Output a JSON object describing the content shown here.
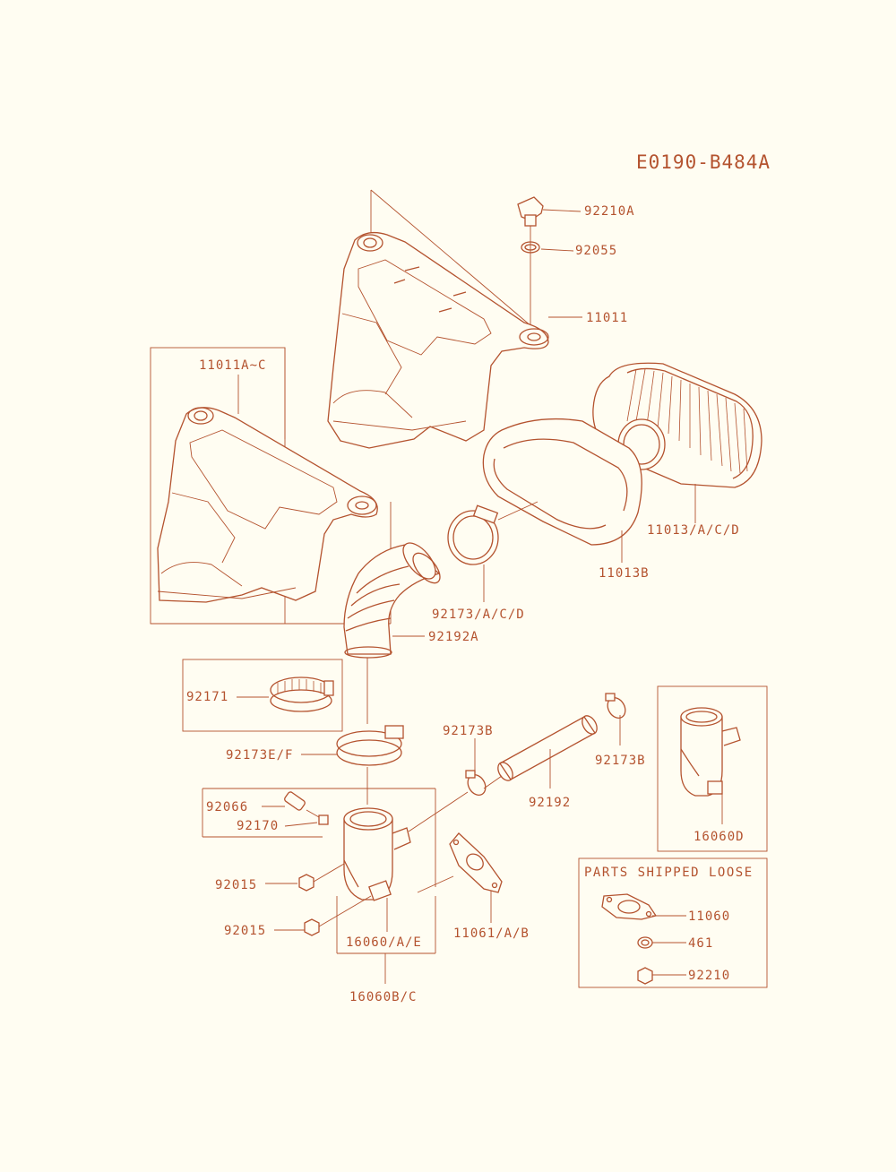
{
  "diagram_code": "E0190-B484A",
  "loose_parts_header": "PARTS SHIPPED LOOSE",
  "labels": {
    "p92210A": "92210A",
    "p92055": "92055",
    "p11011": "11011",
    "p11011AC": "11011A~C",
    "p11013ACD": "11013/A/C/D",
    "p11013B": "11013B",
    "p92173ACD": "92173/A/C/D",
    "p92192A": "92192A",
    "p92171": "92171",
    "p92173EF": "92173E/F",
    "p92173B_left": "92173B",
    "p92173B_right": "92173B",
    "p92192": "92192",
    "p92066": "92066",
    "p92170": "92170",
    "p92015_top": "92015",
    "p92015_bottom": "92015",
    "p16060AE": "16060/A/E",
    "p16060BC": "16060B/C",
    "p11061AB": "11061/A/B",
    "p16060D": "16060D",
    "p11060": "11060",
    "p461": "461",
    "p92210": "92210"
  },
  "colors": {
    "ink": "#b4532f",
    "paper": "#fffdf2"
  }
}
